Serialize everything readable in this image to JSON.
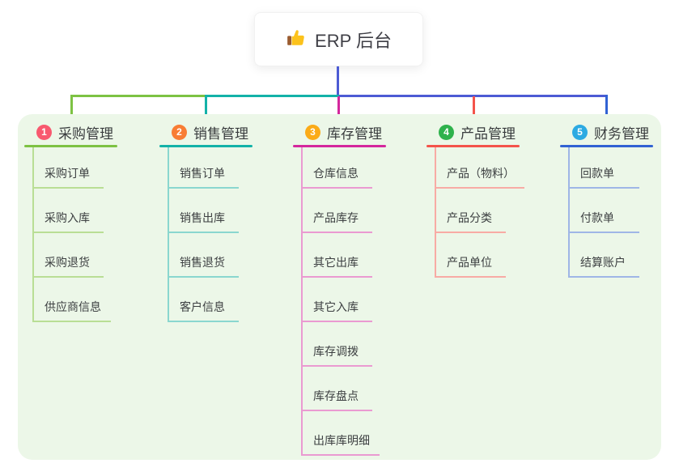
{
  "root": {
    "label": "ERP 后台",
    "icon": "thumbs-up-icon"
  },
  "canvas": {
    "panel_background": "#ecf7e8",
    "root_connector_color": "#4c5bd4"
  },
  "branches": [
    {
      "badge": "1",
      "title": "采购管理",
      "badge_color": "#f8596f",
      "line_color": "#7dc243",
      "child_line_color": "#b9de95",
      "children": [
        "采购订单",
        "采购入库",
        "采购退货",
        "供应商信息"
      ]
    },
    {
      "badge": "2",
      "title": "销售管理",
      "badge_color": "#f87d34",
      "line_color": "#13b2a8",
      "child_line_color": "#8ad7cf",
      "children": [
        "销售订单",
        "销售出库",
        "销售退货",
        "客户信息"
      ]
    },
    {
      "badge": "3",
      "title": "库存管理",
      "badge_color": "#fbab17",
      "line_color": "#d4279d",
      "child_line_color": "#ea9ad1",
      "children": [
        "仓库信息",
        "产品库存",
        "其它出库",
        "其它入库",
        "库存调拨",
        "库存盘点",
        "出库库明细"
      ]
    },
    {
      "badge": "4",
      "title": "产品管理",
      "badge_color": "#2eb24c",
      "line_color": "#f4544b",
      "child_line_color": "#f8aba5",
      "children": [
        "产品（物料）",
        "产品分类",
        "产品单位"
      ]
    },
    {
      "badge": "5",
      "title": "财务管理",
      "badge_color": "#2caae2",
      "line_color": "#3162d3",
      "child_line_color": "#9fb6e6",
      "children": [
        "回款单",
        "付款单",
        "结算账户"
      ]
    }
  ]
}
